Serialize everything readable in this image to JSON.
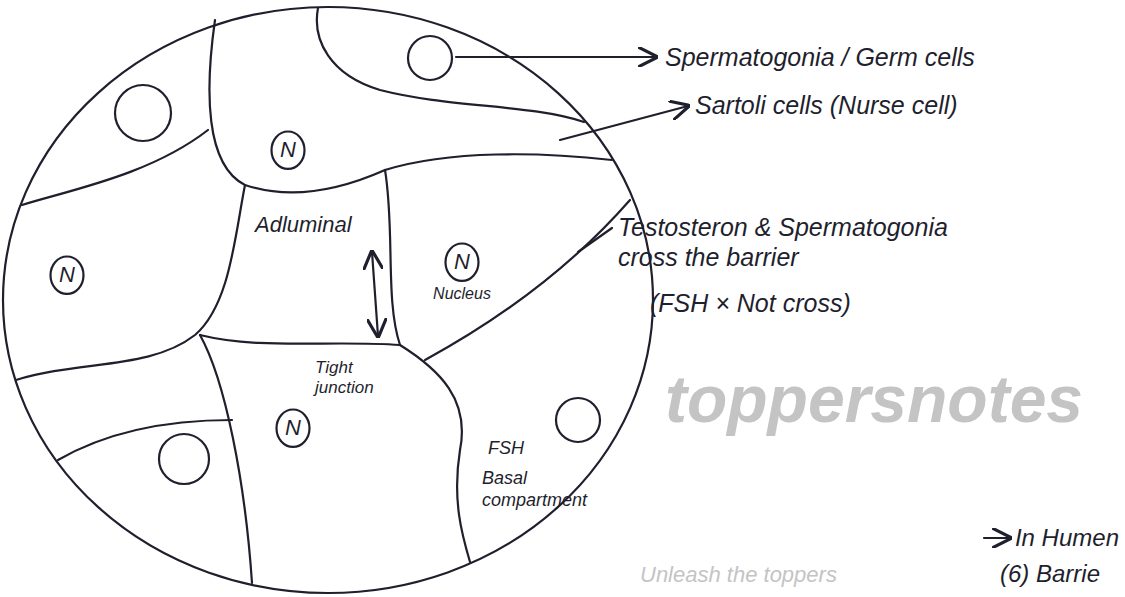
{
  "diagram": {
    "nodes": [
      {
        "text": [
          "N"
        ]
      },
      {
        "text": [
          "N"
        ]
      },
      {
        "text": [
          "N",
          "Nucleus"
        ]
      },
      {
        "text": [
          "N"
        ]
      }
    ],
    "labels": [
      "Spermatogonia / Germ cells",
      "Sartoli cells (Nurse cell)",
      "Adluminal",
      "Testosteron & Spermatogonia cross the barrier",
      "(FSH × Not cross)",
      "Tight junction",
      "FSH",
      "Basal compartment",
      "In Humen",
      "(6) Barrie",
      "toppersnotes",
      "Unleash the toppers"
    ]
  }
}
